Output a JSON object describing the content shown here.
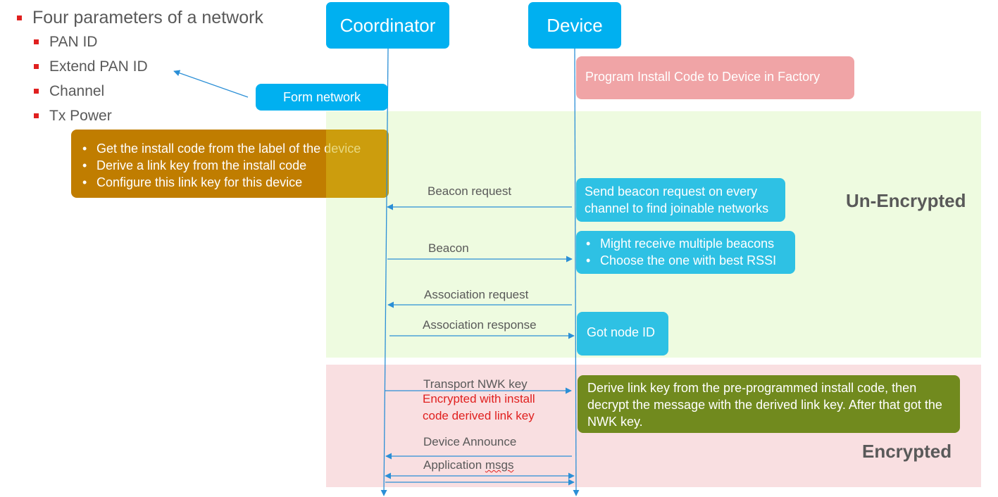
{
  "parameters": {
    "title": "Four parameters of a network",
    "items": [
      "PAN ID",
      "Extend PAN ID",
      "Channel",
      "Tx Power"
    ]
  },
  "actors": {
    "coordinator": "Coordinator",
    "device": "Device"
  },
  "boxes": {
    "form_network": "Form network",
    "program_install_code": "Program Install Code to Device in Factory",
    "install_code_steps": [
      "Get the install code from the label of the device",
      "Derive a link key from the install code",
      "Configure this link key for this device"
    ],
    "send_beacon": "Send beacon request on every channel to find joinable networks",
    "beacons_notes": [
      "Might receive multiple beacons",
      "Choose the one with best RSSI"
    ],
    "got_node_id": "Got node ID",
    "derive_link_key": "Derive link key from the pre-programmed install code, then decrypt the message with the derived link key. After that got the NWK key."
  },
  "messages": {
    "beacon_request": "Beacon request",
    "beacon": "Beacon",
    "association_request": "Association request",
    "association_response": "Association response",
    "transport_nwk_key": "Transport NWK key",
    "encrypted_note": "Encrypted with install code derived link key",
    "device_announce": "Device Announce",
    "application_msgs_prefix": "Application ",
    "application_msgs_suffix": "msgs"
  },
  "zones": {
    "unencrypted": "Un-Encrypted",
    "encrypted": "Encrypted"
  },
  "colors": {
    "actor_blue": "#00b0f0",
    "message_box_blue": "#2ec1e4",
    "install_code_box": "#c07d00",
    "factory_box": "#f0a4a6",
    "derive_box": "#718a1e",
    "arrow_blue": "#2b8fd6",
    "bullet_red": "#e0201f"
  }
}
